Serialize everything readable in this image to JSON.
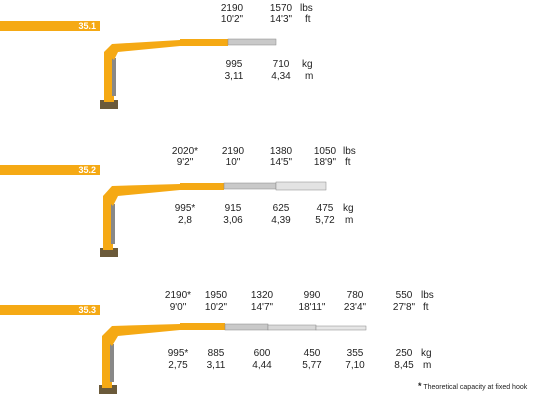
{
  "colors": {
    "accent": "#f5a914",
    "boom": "#f5a914",
    "extension": "#c9c9c9"
  },
  "units": {
    "weight_top": "lbs",
    "length_top": "ft",
    "weight_bottom": "kg",
    "length_bottom": "m"
  },
  "configs": [
    {
      "model": "35.1",
      "top_weights": [
        "2190",
        "1570"
      ],
      "top_lengths": [
        "10'2\"",
        "14'3\""
      ],
      "bottom_weights": [
        "995",
        "710"
      ],
      "bottom_lengths": [
        "3,11",
        "4,34"
      ]
    },
    {
      "model": "35.2",
      "top_weights": [
        "2020*",
        "2190",
        "1380",
        "1050"
      ],
      "top_lengths": [
        "9'2\"",
        "10\"",
        "14'5\"",
        "18'9\""
      ],
      "bottom_weights": [
        "995*",
        "915",
        "625",
        "475"
      ],
      "bottom_lengths": [
        "2,8",
        "3,06",
        "4,39",
        "5,72"
      ]
    },
    {
      "model": "35.3",
      "top_weights": [
        "2190*",
        "1950",
        "1320",
        "990",
        "780",
        "550"
      ],
      "top_lengths": [
        "9'0\"",
        "10'2\"",
        "14'7\"",
        "18'11\"",
        "23'4\"",
        "27'8\""
      ],
      "bottom_weights": [
        "995*",
        "885",
        "600",
        "450",
        "355",
        "250"
      ],
      "bottom_lengths": [
        "2,75",
        "3,11",
        "4,44",
        "5,77",
        "7,10",
        "8,45"
      ]
    }
  ],
  "footnote": {
    "mark": "*",
    "text": "Theoretical capacity at fixed hook"
  }
}
